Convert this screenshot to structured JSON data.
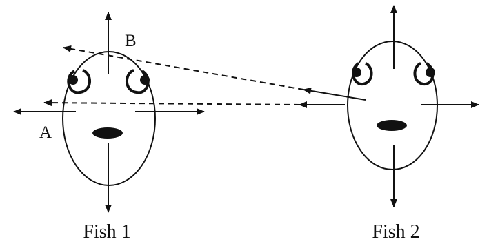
{
  "labels": {
    "fish1": "Fish 1",
    "fish2": "Fish 2",
    "point_a": "A",
    "point_b": "B"
  },
  "colors": {
    "ink": "#111111",
    "background": "#ffffff"
  }
}
